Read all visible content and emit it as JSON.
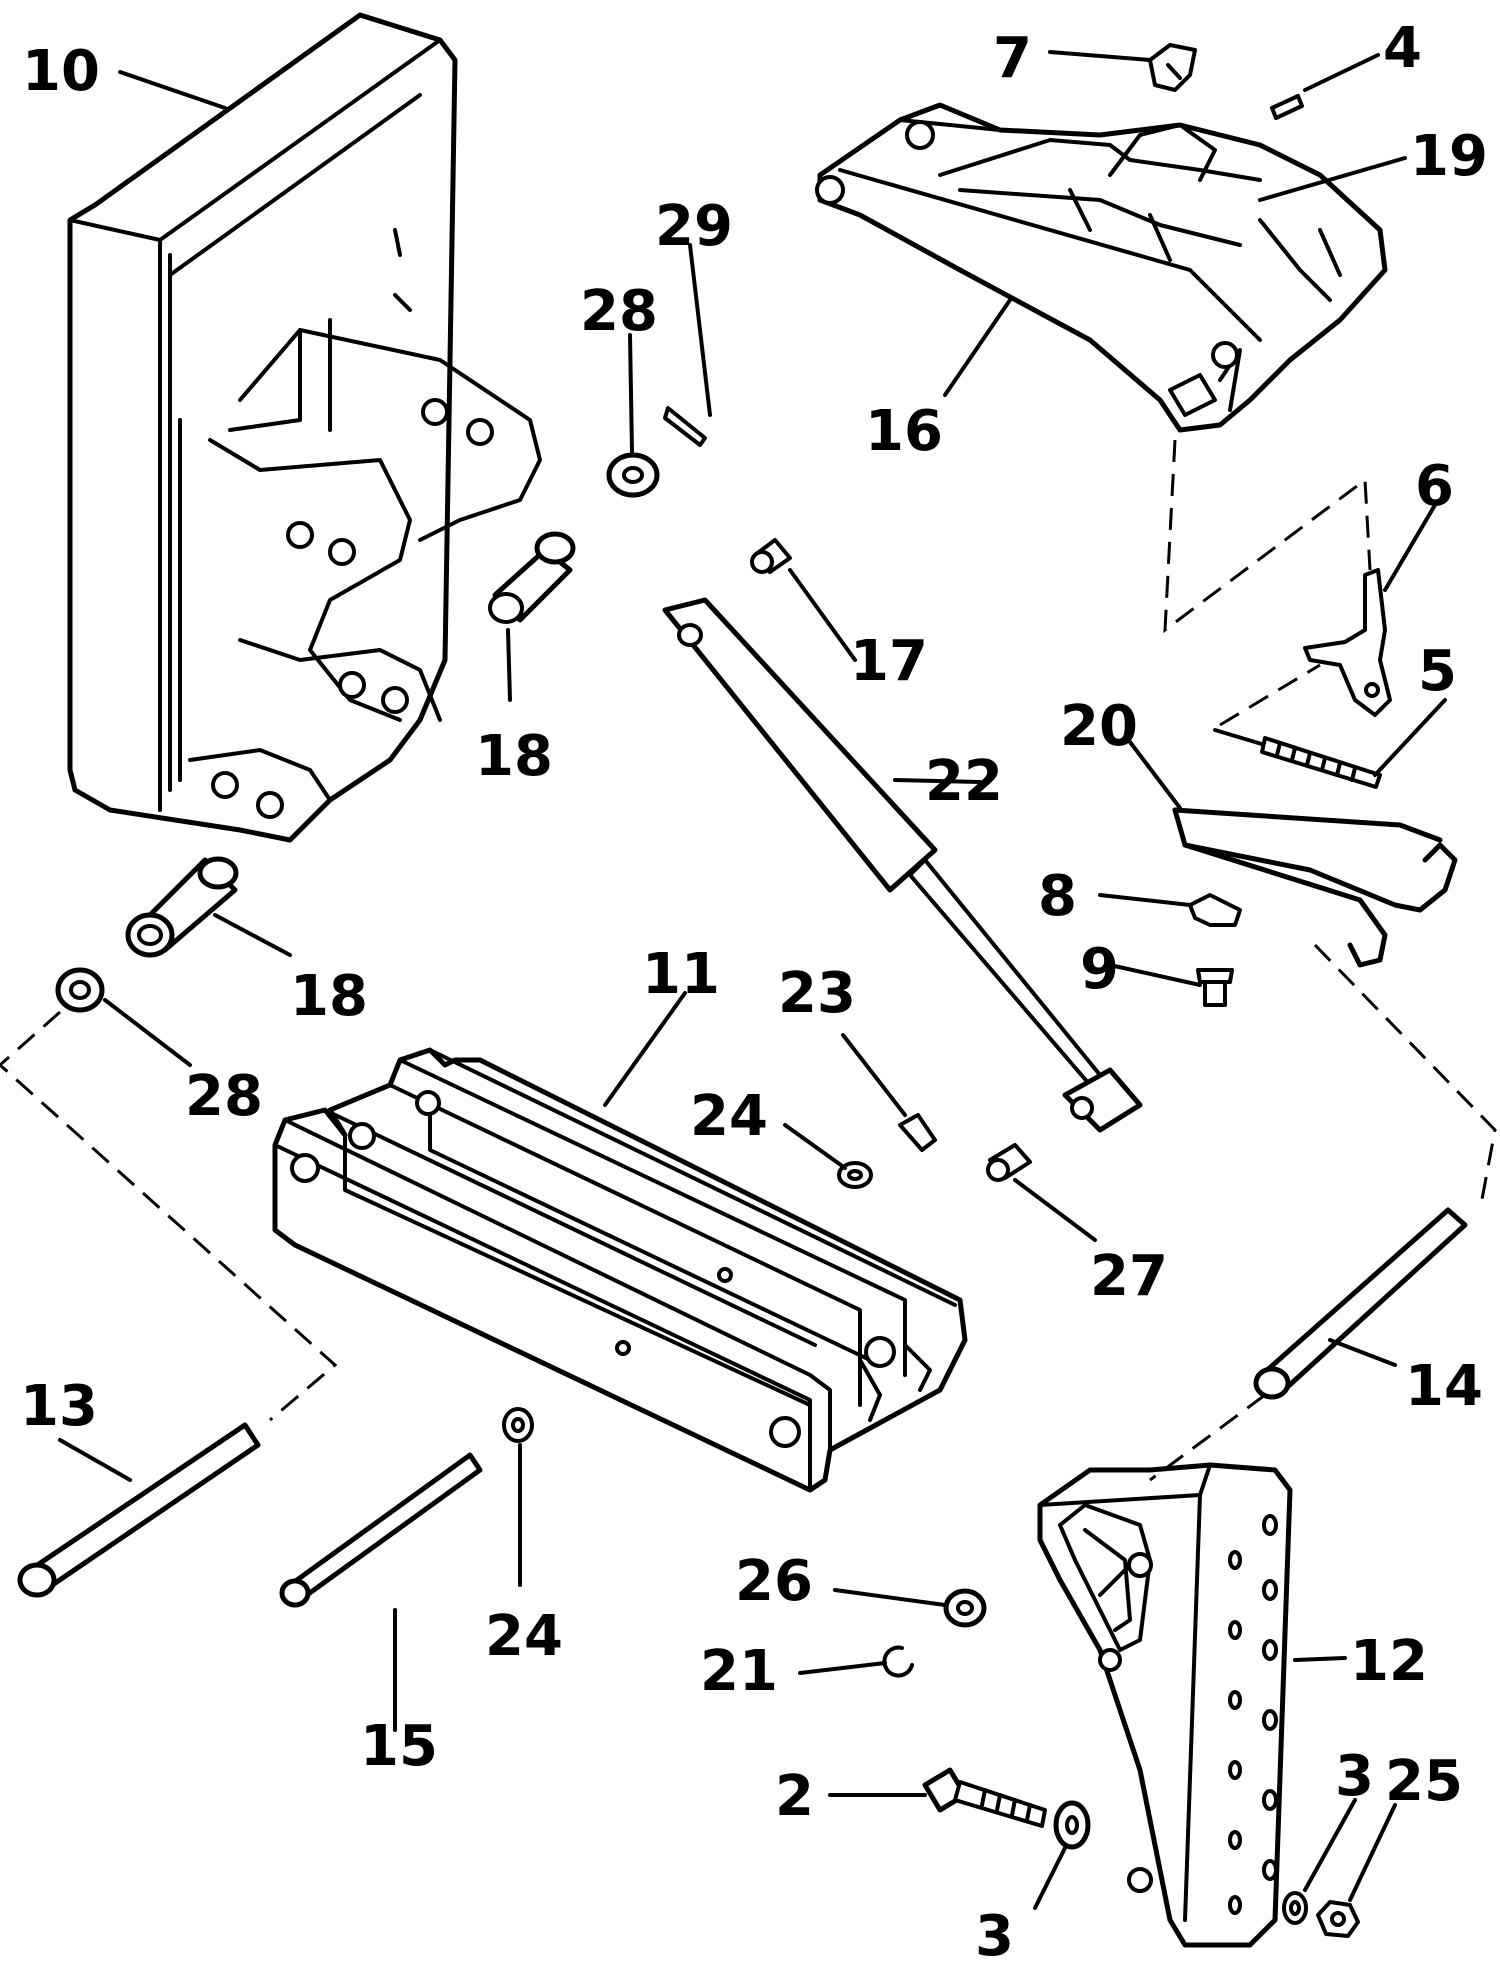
{
  "diagram": {
    "colors": {
      "ink": "#000000",
      "paper": "#ffffff"
    },
    "callouts": {
      "c10": "10",
      "c7": "7",
      "c4": "4",
      "c19": "19",
      "c29": "29",
      "c28a": "28",
      "c16": "16",
      "c6": "6",
      "c17": "17",
      "c18a": "18",
      "c5": "5",
      "c20": "20",
      "c22": "22",
      "c8": "8",
      "c9": "9",
      "c11": "11",
      "c23": "23",
      "c18b": "18",
      "c28b": "28",
      "c24a": "24",
      "c27": "27",
      "c13": "13",
      "c14": "14",
      "c24b": "24",
      "c26": "26",
      "c12": "12",
      "c21": "21",
      "c15": "15",
      "c2": "2",
      "c3a": "3",
      "c25": "25",
      "c3b": "3"
    }
  }
}
